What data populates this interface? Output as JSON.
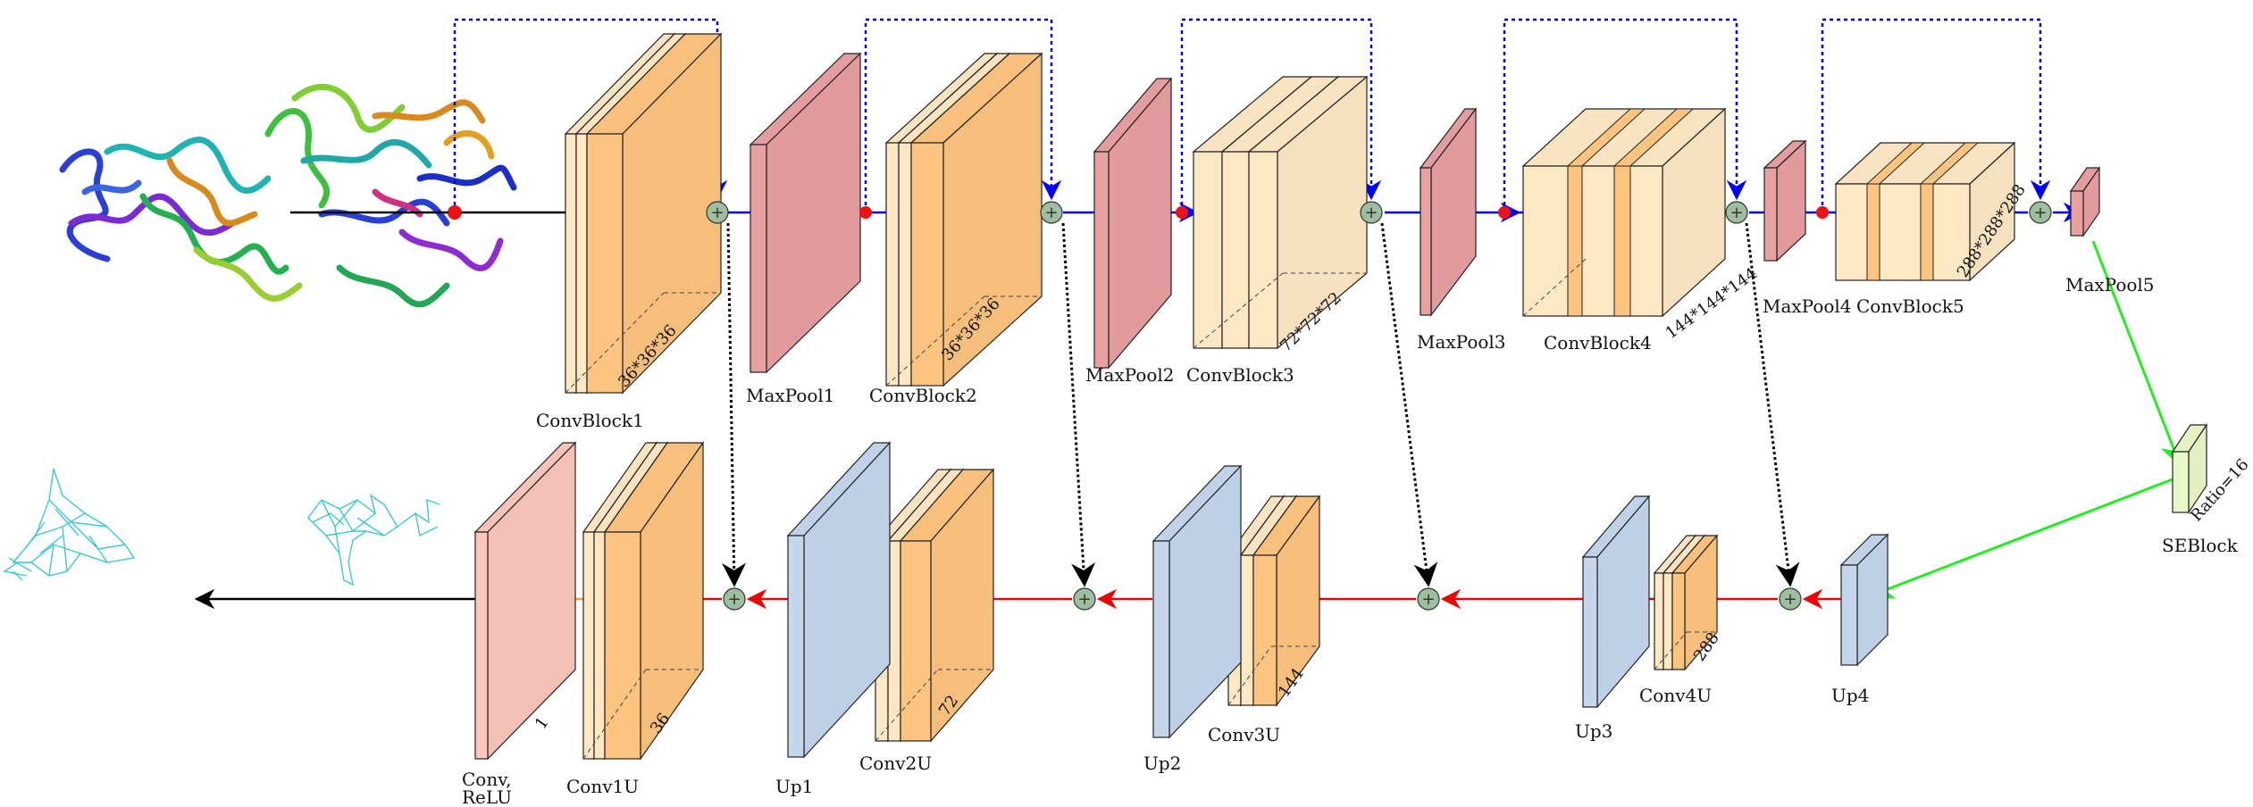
{
  "encoder": {
    "blocks": [
      {
        "name": "ConvBlock1",
        "dims": "36*36*36"
      },
      {
        "name": "MaxPool1"
      },
      {
        "name": "ConvBlock2",
        "dims": "36*36*36"
      },
      {
        "name": "MaxPool2"
      },
      {
        "name": "ConvBlock3",
        "dims": "72*72*72"
      },
      {
        "name": "MaxPool3"
      },
      {
        "name": "ConvBlock4",
        "dims": "144*144*144"
      },
      {
        "name": "MaxPool4"
      },
      {
        "name": "ConvBlock5",
        "dims": "288*288*288"
      },
      {
        "name": "MaxPool5"
      }
    ]
  },
  "bottleneck": {
    "name": "SEBlock",
    "ratio": "Ratio=16"
  },
  "decoder": {
    "blocks": [
      {
        "name": "Up4"
      },
      {
        "name": "Conv4U",
        "dims": "288"
      },
      {
        "name": "Up3"
      },
      {
        "name": "Conv3U",
        "dims": "144"
      },
      {
        "name": "Up2"
      },
      {
        "name": "Conv2U",
        "dims": "72"
      },
      {
        "name": "Up1"
      },
      {
        "name": "Conv1U",
        "dims": "36"
      },
      {
        "name": "Conv, ReLU",
        "line1": "Conv,",
        "line2": "ReLU",
        "dims": "1"
      }
    ]
  },
  "symbols": {
    "add": "+"
  },
  "colors": {
    "conv": "#fdc47f",
    "conv_light": "#fee8c4",
    "pool": "#e8a0a1",
    "up": "#c3d6ec",
    "final": "#fcc6bc",
    "se": "#eaf7c8",
    "encoder_arrow": "#0000ff",
    "skip_dotted": "#0000cc",
    "decoder_arrow": "#ee0000",
    "output_arrow": "#f5a020",
    "se_arrow": "#22ee22",
    "add_node": "#9dbf9d",
    "junction": "#ee1111"
  }
}
